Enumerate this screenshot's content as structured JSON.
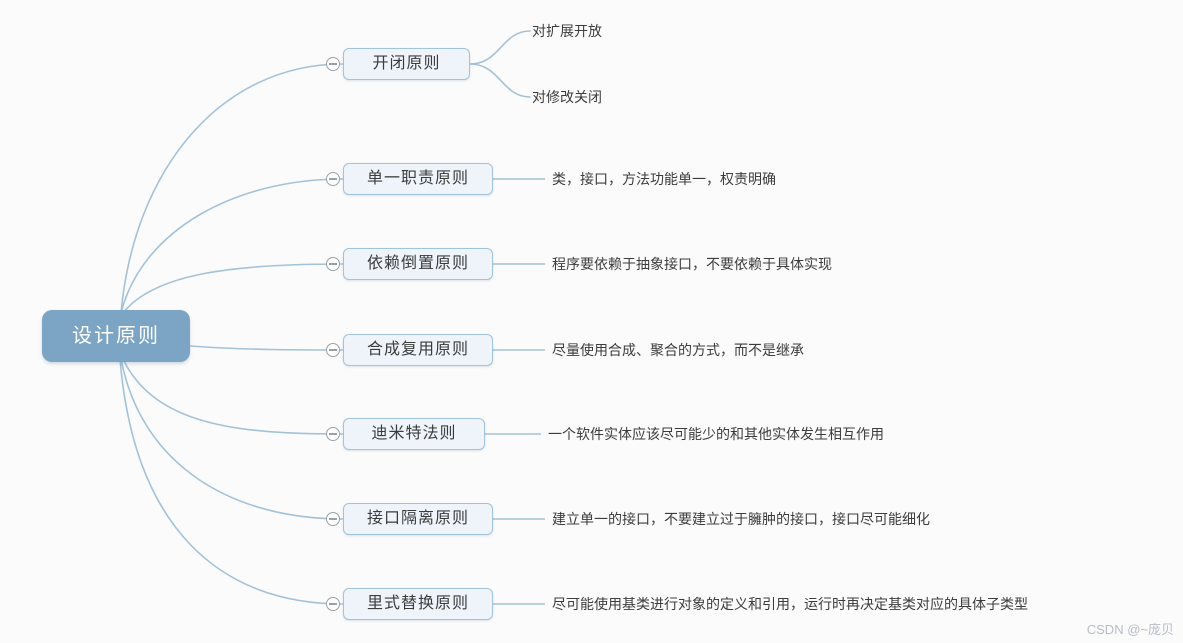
{
  "root": {
    "label": "设计原则"
  },
  "branches": [
    {
      "label": "开闭原则",
      "children": [
        {
          "label": "对扩展开放"
        },
        {
          "label": "对修改关闭"
        }
      ]
    },
    {
      "label": "单一职责原则",
      "note": "类，接口，方法功能单一，权责明确"
    },
    {
      "label": "依赖倒置原则",
      "note": "程序要依赖于抽象接口，不要依赖于具体实现"
    },
    {
      "label": "合成复用原则",
      "note": "尽量使用合成、聚合的方式，而不是继承"
    },
    {
      "label": "迪米特法则",
      "note": "一个软件实体应该尽可能少的和其他实体发生相互作用"
    },
    {
      "label": "接口隔离原则",
      "note": "建立单一的接口，不要建立过于臃肿的接口，接口尽可能细化"
    },
    {
      "label": "里式替换原则",
      "note": "尽可能使用基类进行对象的定义和引用，运行时再决定基类对应的具体子类型"
    }
  ],
  "watermark": "CSDN @~庞贝",
  "colors": {
    "line": "#a3c2d8",
    "box_fill": "#eef4fa",
    "box_border": "#a2c3dc",
    "root_fill": "#7ca4c5",
    "root_text": "#ffffff",
    "text": "#3c3c3c",
    "watermark": "#b9bdc6"
  }
}
